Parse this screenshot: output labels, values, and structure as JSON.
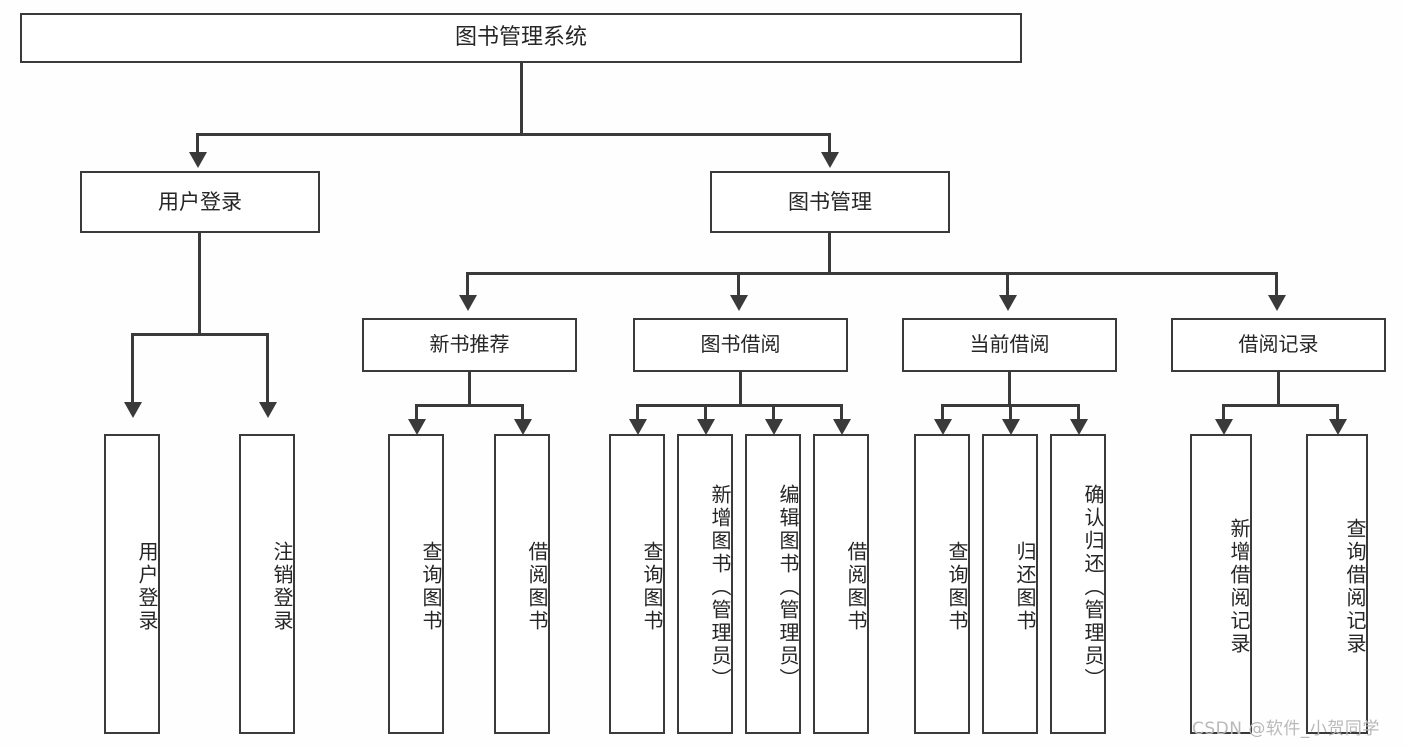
{
  "diagram": {
    "type": "tree-hierarchy",
    "title": "图书管理系统",
    "orientation": "top-down",
    "colors": {
      "stroke": "#3a3a3a",
      "box_fill": "#ffffff",
      "text": "#262626",
      "background": "#fefefe",
      "watermark": "#b9b9b9"
    }
  },
  "root": {
    "label": "图书管理系统"
  },
  "level2": [
    {
      "label": "用户登录"
    },
    {
      "label": "图书管理"
    }
  ],
  "level3": [
    {
      "label": "新书推荐"
    },
    {
      "label": "图书借阅"
    },
    {
      "label": "当前借阅"
    },
    {
      "label": "借阅记录"
    }
  ],
  "leaves": {
    "user_login": [
      {
        "label": "用户登录"
      },
      {
        "label": "注销登录"
      }
    ],
    "new_book_recommend": [
      {
        "label": "查询图书"
      },
      {
        "label": "借阅图书"
      }
    ],
    "book_borrow": [
      {
        "label": "查询图书"
      },
      {
        "label": "新增图书（管理员）"
      },
      {
        "label": "编辑图书（管理员）"
      },
      {
        "label": "借阅图书"
      }
    ],
    "current_borrow": [
      {
        "label": "查询图书"
      },
      {
        "label": "归还图书"
      },
      {
        "label": "确认归还（管理员）"
      }
    ],
    "borrow_record": [
      {
        "label": "新增借阅记录"
      },
      {
        "label": "查询借阅记录"
      }
    ]
  },
  "watermark": {
    "text": "CSDN @软件_小贺同学"
  }
}
